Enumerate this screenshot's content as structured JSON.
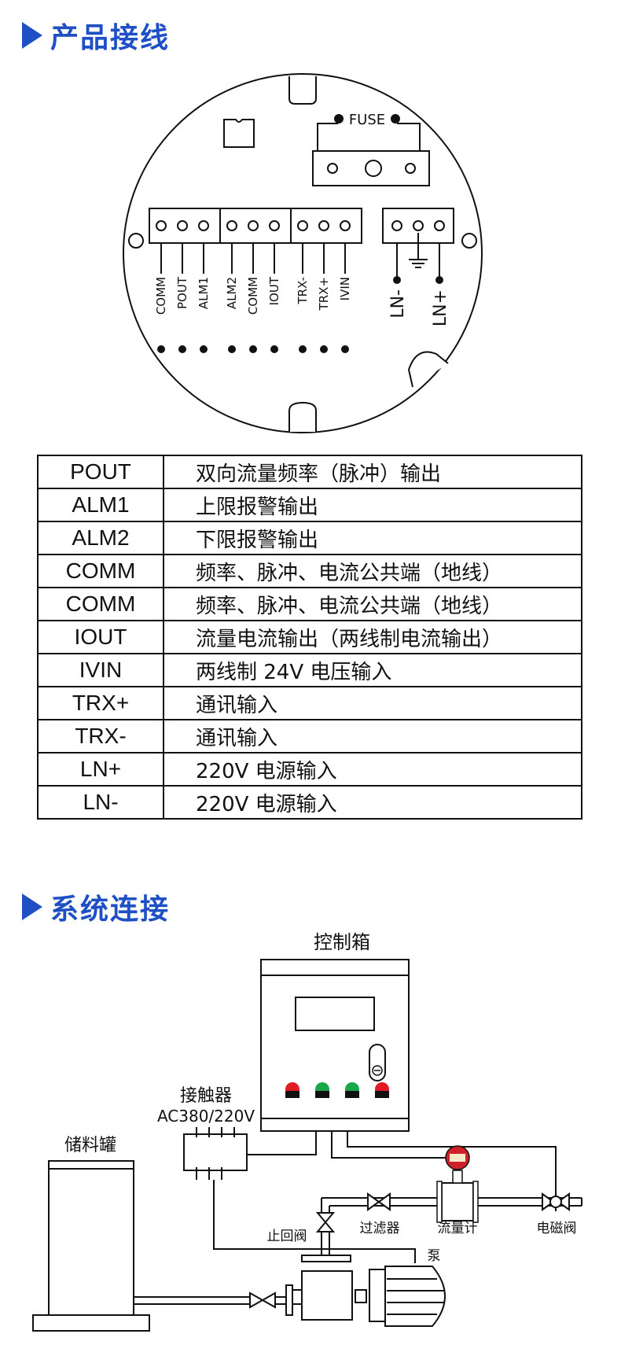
{
  "sections": {
    "wiring_title": "产品接线",
    "system_title": "系统连接"
  },
  "board": {
    "fuse_label": "FUSE",
    "terminals": [
      "COMM",
      "POUT",
      "ALM1",
      "ALM2",
      "COMM",
      "IOUT",
      "TRX-",
      "TRX+",
      "IVIN"
    ],
    "power_terminals": [
      "LN-",
      "LN+"
    ]
  },
  "table": {
    "rows": [
      {
        "code": "POUT",
        "desc": "双向流量频率（脉冲）输出"
      },
      {
        "code": "ALM1",
        "desc": "上限报警输出"
      },
      {
        "code": "ALM2",
        "desc": "下限报警输出"
      },
      {
        "code": "COMM",
        "desc": "频率、脉冲、电流公共端（地线）"
      },
      {
        "code": "COMM",
        "desc": "频率、脉冲、电流公共端（地线）"
      },
      {
        "code": "IOUT",
        "desc": "流量电流输出（两线制电流输出）"
      },
      {
        "code": "IVIN",
        "desc": "两线制 24V 电压输入"
      },
      {
        "code": "TRX+",
        "desc": "通讯输入"
      },
      {
        "code": "TRX-",
        "desc": "通讯输入"
      },
      {
        "code": "LN+",
        "desc": "220V 电源输入"
      },
      {
        "code": "LN-",
        "desc": "220V 电源输入"
      }
    ]
  },
  "system": {
    "control_box": "控制箱",
    "contactor": "接触器",
    "contactor_spec": "AC380/220V",
    "tank": "储料罐",
    "check_valve": "止回阀",
    "filter": "过滤器",
    "flowmeter": "流量计",
    "solenoid_valve": "电磁阀",
    "pump": "泵"
  },
  "colors": {
    "accent": "#1f4fc4",
    "indicator_red": "#e01b24",
    "indicator_green": "#1aa64a"
  }
}
